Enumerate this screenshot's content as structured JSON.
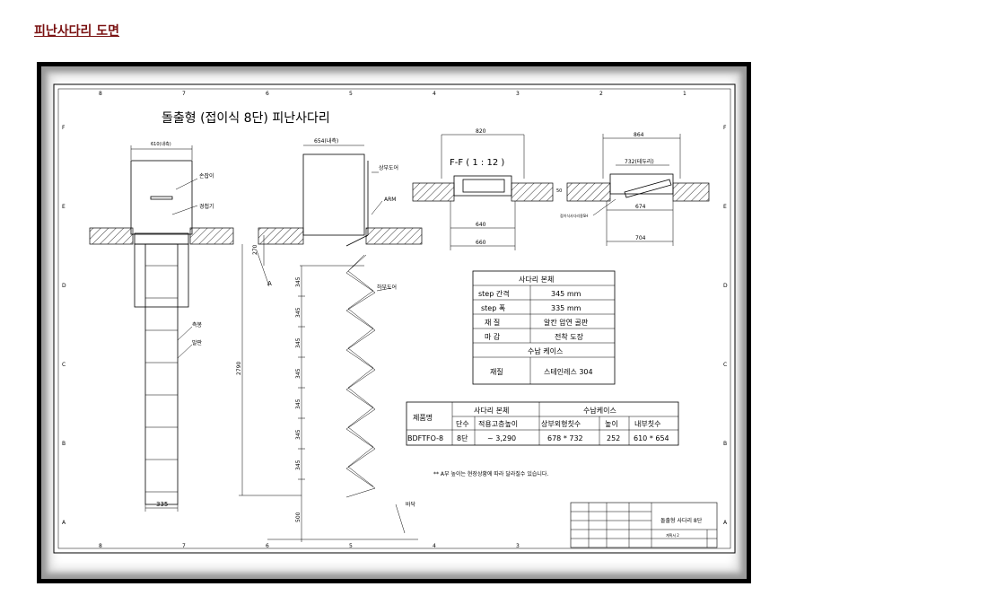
{
  "page": {
    "title": "피난사다리 도면"
  },
  "drawing": {
    "main_title": "돌출형 (접이식 8단) 피난사다리",
    "grid_cols": [
      "8",
      "7",
      "6",
      "5",
      "4",
      "3",
      "2",
      "1"
    ],
    "grid_rows": [
      "F",
      "E",
      "D",
      "C",
      "B",
      "A"
    ],
    "front_view": {
      "width_top": "610(내측)",
      "label_handle": "손잡이",
      "label_fixture": "경첩기",
      "label_rail": "측봉",
      "label_step": "발판",
      "width_bottom": "335"
    },
    "side_view": {
      "width_top": "654(내측)",
      "label_top_door": "상부도어",
      "label_arm": "ARM",
      "label_bottom_door": "하부도어",
      "label_a": "A",
      "dim_270": "270",
      "dim_total": "2790",
      "step_dims": [
        "345",
        "345",
        "345",
        "345",
        "345",
        "345",
        "345"
      ],
      "dim_500": "500",
      "label_floor": "바닥"
    },
    "section_view": {
      "label": "F-F ( 1 : 12 )",
      "dim_top": "820",
      "dim_side": "50",
      "dim_bottom1": "640",
      "dim_bottom2": "660"
    },
    "case_view": {
      "dim_top": "864",
      "dim_inner": "732(테두리)",
      "dim_mid": "674",
      "dim_bottom": "704",
      "label_note": "접이식사다리용SH"
    },
    "spec_table": {
      "title": "사다리 본체",
      "rows": [
        {
          "k": "step 간격",
          "v": "345 mm"
        },
        {
          "k": "step 폭",
          "v": "335 mm"
        },
        {
          "k": "재  질",
          "v": "알칸 압연 골판"
        },
        {
          "k": "마  감",
          "v": "전착 도장"
        }
      ],
      "subtitle": "수납 케이스",
      "case_row": {
        "k": "재질",
        "v": "스테인레스 304"
      }
    },
    "product_table": {
      "head_product": "제품명",
      "head_ladder": "사다리 본체",
      "head_case": "수납케이스",
      "sub_heads": [
        "단수",
        "적용고층높이",
        "상부외형칫수",
        "높이",
        "내부칫수"
      ],
      "row": [
        "BDFTFO-8",
        "8단",
        "~ 3,290",
        "678 * 732",
        "252",
        "610 * 654"
      ]
    },
    "note": "** A부 높이는 현장상황에 따라 달라질수 있습니다.",
    "title_block": {
      "name": "돌출형 사다리 8단",
      "sheet": "계획서 2"
    }
  }
}
